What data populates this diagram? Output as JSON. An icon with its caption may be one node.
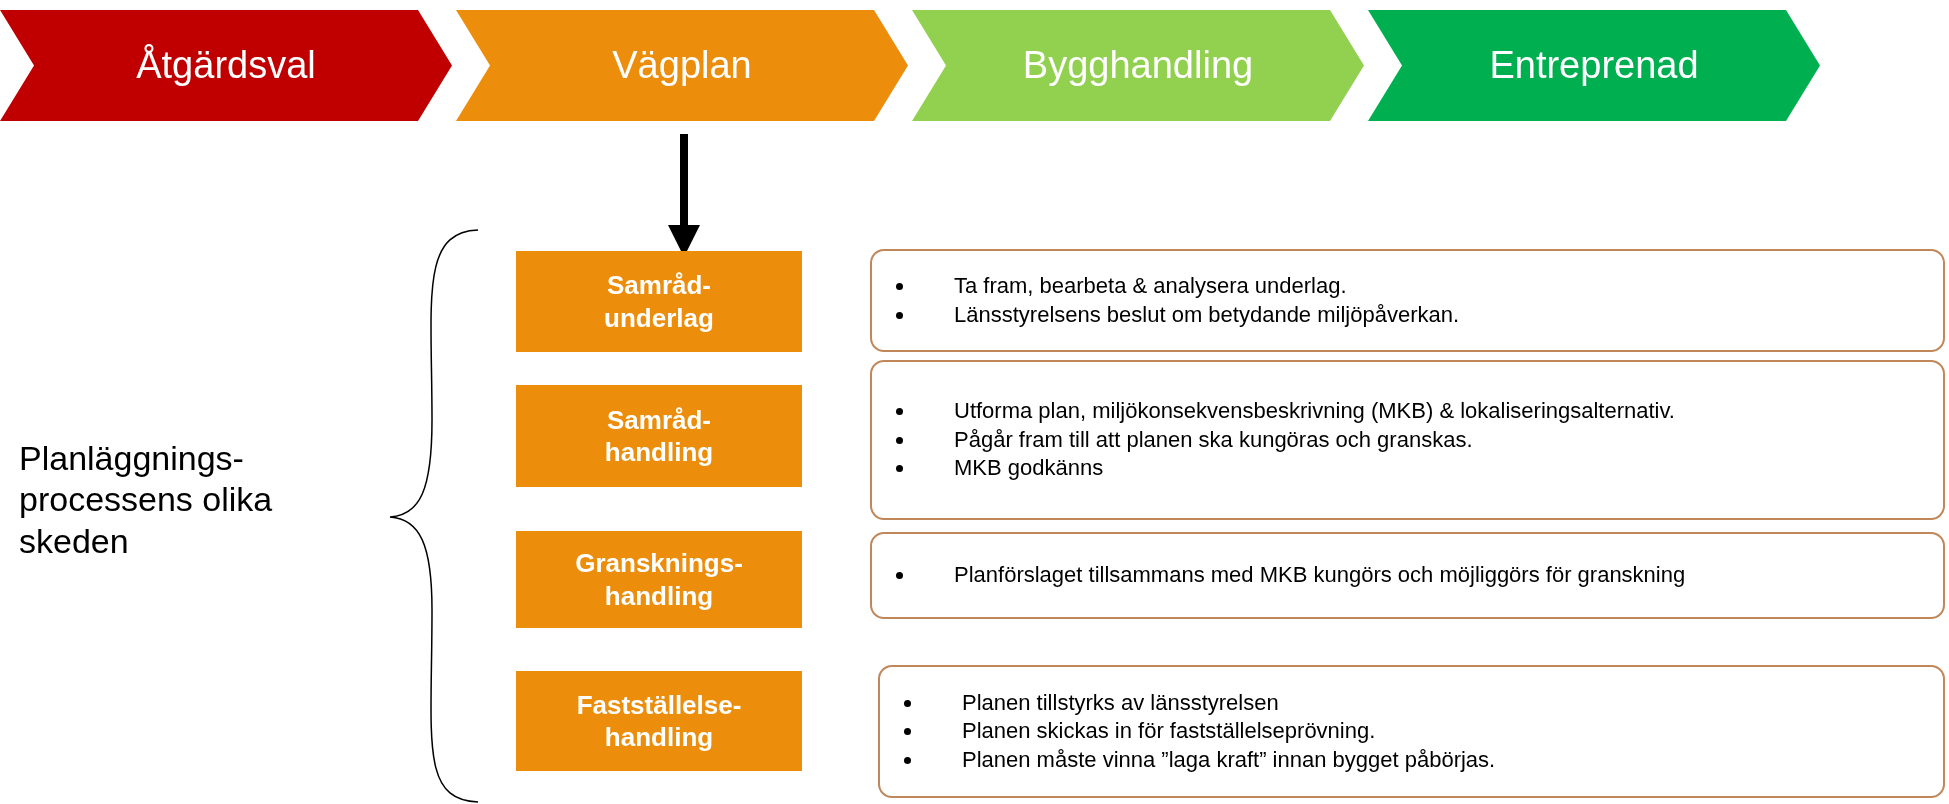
{
  "diagram": {
    "nodes": [
      {
        "text": [
          "Åtgärdsval"
        ]
      },
      {
        "text": [
          "Vägplan"
        ]
      },
      {
        "text": [
          "Bygghandling"
        ]
      },
      {
        "text": [
          "Entreprenad"
        ]
      },
      {
        "text": [
          "Samråd- underlag"
        ]
      },
      {
        "text": [
          "Ta fram, bearbeta & analysera underlag.",
          "Länsstyrelsens beslut om betydande miljöpåverkan."
        ]
      },
      {
        "text": [
          "Samråd- handling"
        ]
      },
      {
        "text": [
          "Utforma plan, miljökonsekvensbeskrivning (MKB) & lokaliseringsalternativ.",
          "Pågår fram till att planen ska kungöras och granskas.",
          "MKB godkänns"
        ]
      },
      {
        "text": [
          "Gransknings- handling"
        ]
      },
      {
        "text": [
          "Planförslaget tillsammans med MKB kungörs och möjliggörs för granskning"
        ]
      },
      {
        "text": [
          "Fastställelse- handling"
        ]
      },
      {
        "text": [
          "Planen tillstyrks av länsstyrelsen",
          "Planen skickas in för fastställelseprövning.",
          "Planen måste vinna ”laga kraft” innan bygget påbörjas."
        ]
      }
    ],
    "edges": [
      {
        "from": 1,
        "to": 4,
        "arrow": "to"
      }
    ],
    "labels": [
      "Planläggnings- processens olika skeden"
    ]
  }
}
